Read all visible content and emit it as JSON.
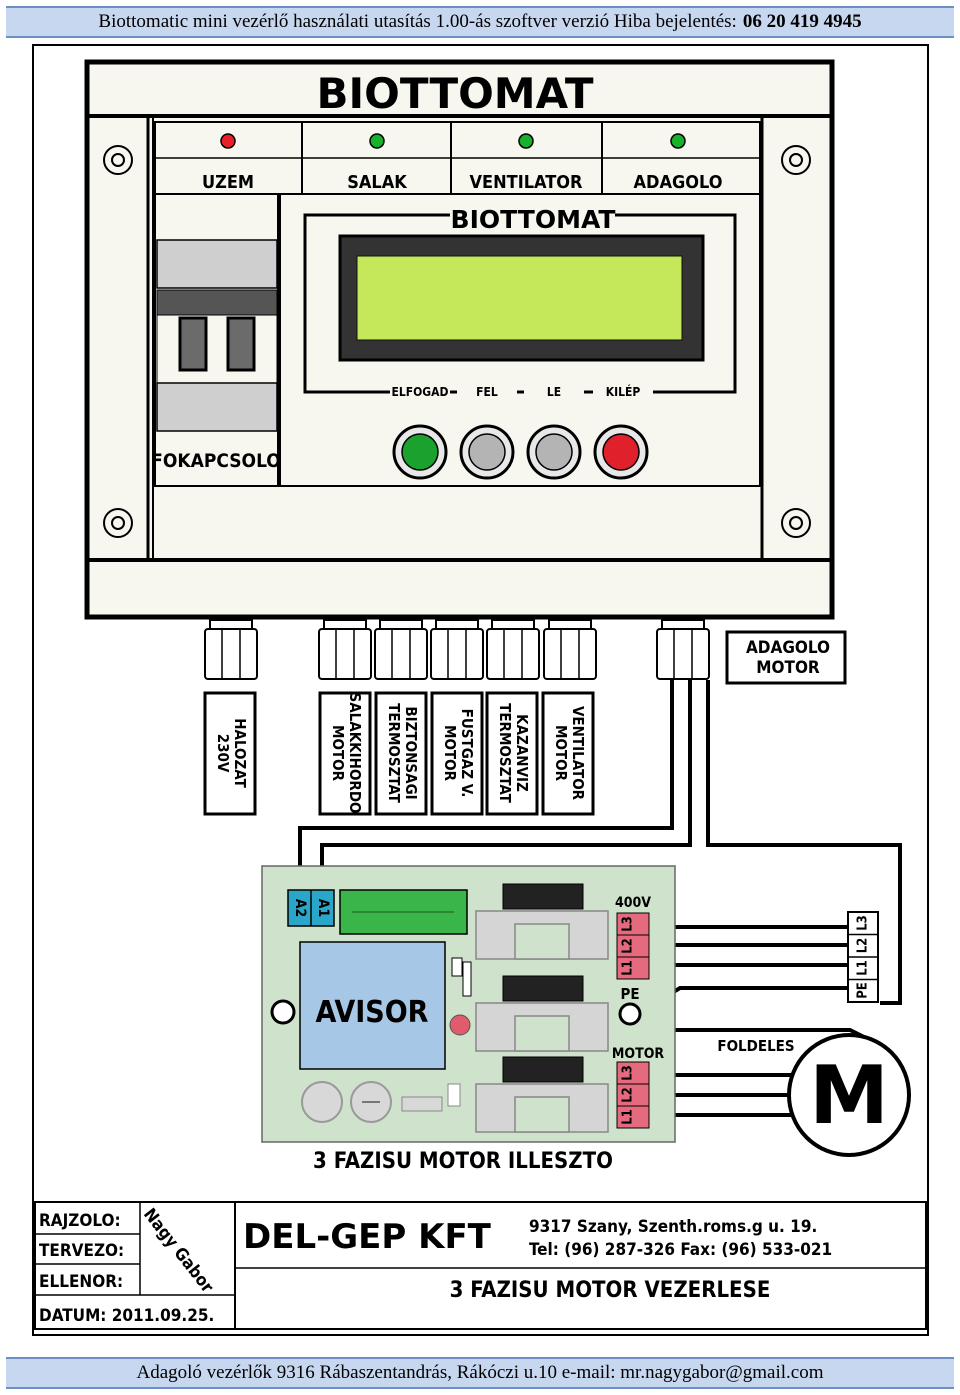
{
  "header": {
    "text": "Biottomatic mini vezérlő használati utasítás 1.00-ás szoftver verzió  Hiba bejelentés:",
    "phone": "06 20 419 4945"
  },
  "footer": {
    "text": "Adagoló vezérlők 9316 Rábaszentandrás, Rákóczi u.10  e-mail: mr.nagygabor@gmail.com"
  },
  "panel": {
    "brand": "BIOTTOMAT",
    "indicators": [
      {
        "label": "UZEM",
        "color": "#e8202a"
      },
      {
        "label": "SALAK",
        "color": "#17b12b"
      },
      {
        "label": "VENTILATOR",
        "color": "#17b12b"
      },
      {
        "label": "ADAGOLO",
        "color": "#17b12b"
      }
    ],
    "display_brand": "BIOTTOMAT",
    "lcd_color": "#c4e85a",
    "button_labels": [
      "ELFOGAD",
      "FEL",
      "LE",
      "KILÉP"
    ],
    "button_colors": [
      "#1aa12e",
      "#b4b4b4",
      "#b4b4b4",
      "#e0202a"
    ],
    "main_switch": "FOKAPCSOLO"
  },
  "connectors": [
    {
      "line1": "HALOZAT",
      "line2": "230V"
    },
    {
      "line1": "SALAKKIHORDO",
      "line2": "MOTOR"
    },
    {
      "line1": "BIZTONSAGI",
      "line2": "TERMOSZTAT"
    },
    {
      "line1": "FUSTGAZ V.",
      "line2": "MOTOR"
    },
    {
      "line1": "KAZANVIZ",
      "line2": "TERMOSZTAT"
    },
    {
      "line1": "VENTILATOR",
      "line2": "MOTOR"
    }
  ],
  "adagolo_motor": {
    "line1": "ADAGOLO",
    "line2": "MOTOR"
  },
  "board": {
    "title": "3 FAZISU MOTOR ILLESZTO",
    "relay": "AVISOR",
    "terminals_a": [
      "A2",
      "A1"
    ],
    "label_400v": "400V",
    "phases": [
      "L1",
      "L2",
      "L3"
    ],
    "label_pe": "PE",
    "label_motor": "MOTOR",
    "bg_color": "#cfe3cc"
  },
  "supply_terminal": [
    "PE",
    "L1",
    "L2",
    "L3"
  ],
  "foldeles": "FOLDELES",
  "motor_symbol": "M",
  "title_block": {
    "rajzolo": "RAJZOLO:",
    "tervezo": "TERVEZO:",
    "ellenor": "ELLENOR:",
    "signature": "Nagy Gabor",
    "datum": "DATUM: 2011.09.25.",
    "company": "DEL-GEP KFT",
    "address": "9317 Szany, Szenth.roms.g u. 19.",
    "tel": "Tel: (96) 287-326 Fax: (96) 533-021",
    "drawing_title": "3 FAZISU MOTOR VEZERLESE"
  }
}
